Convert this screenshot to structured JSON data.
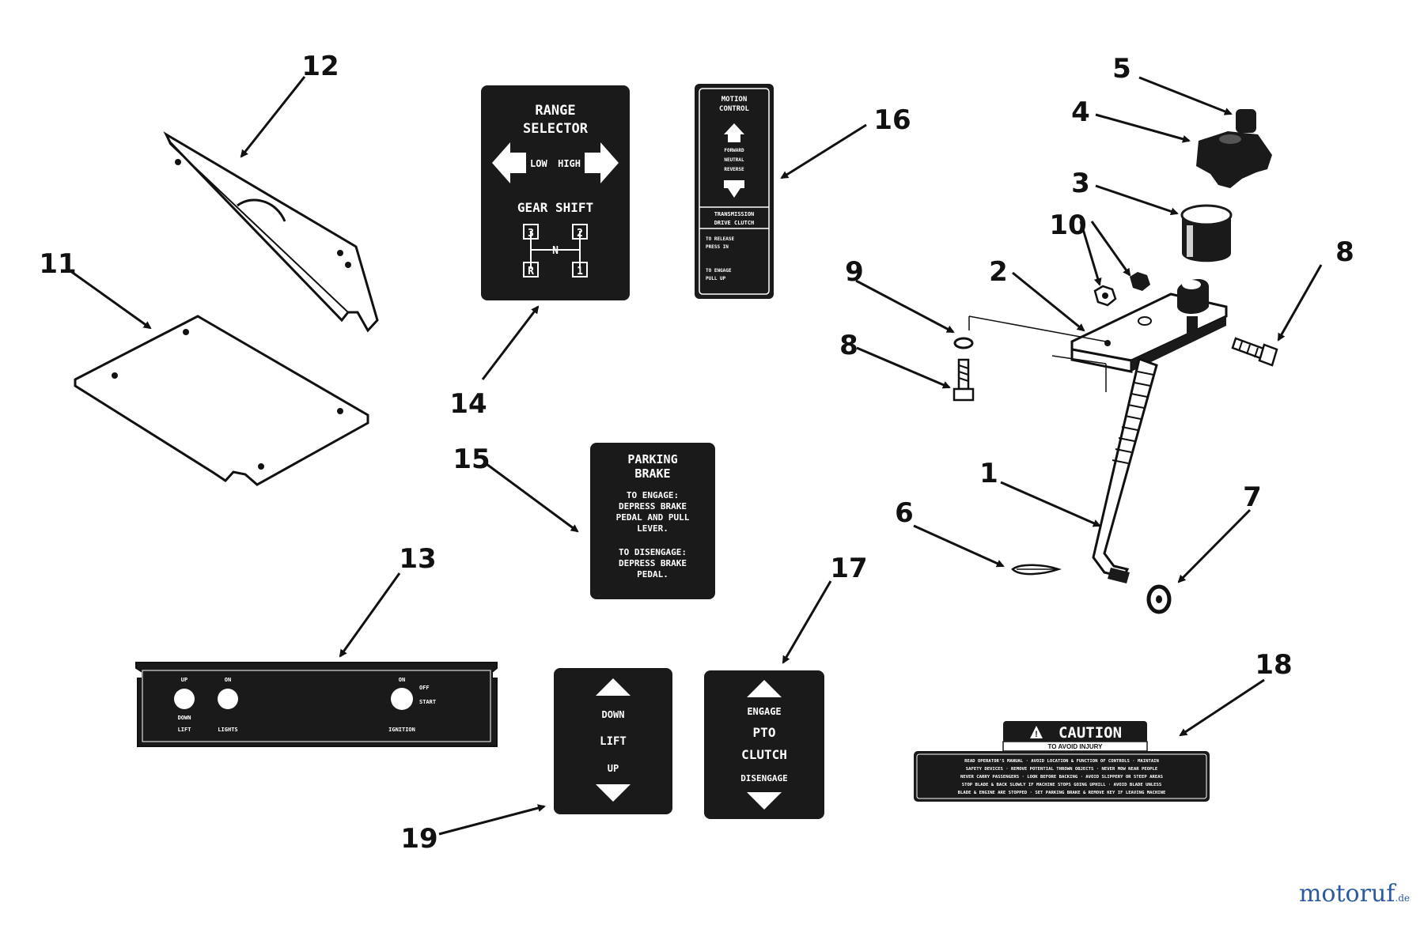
{
  "callouts": [
    "1",
    "2",
    "3",
    "4",
    "5",
    "6",
    "7",
    "8",
    "8",
    "9",
    "10",
    "11",
    "12",
    "13",
    "14",
    "15",
    "16",
    "17",
    "18",
    "19"
  ],
  "decal_range": {
    "title1": "RANGE",
    "title2": "SELECTOR",
    "low": "LOW",
    "high": "HIGH",
    "gear": "GEAR SHIFT",
    "n": "N",
    "r": "R",
    "g1": "1",
    "g2": "2",
    "g3": "3"
  },
  "decal_motion": {
    "line1": "MOTION",
    "line2": "CONTROL",
    "lbl_a": "FORWARD",
    "lbl_b": "NEUTRAL",
    "lbl_c": "REVERSE",
    "trans1": "TRANSMISSION",
    "trans2": "DRIVE CLUTCH",
    "rel1": "TO RELEASE",
    "rel2": "PRESS IN",
    "eng1": "TO ENGAGE",
    "eng2": "PULL UP"
  },
  "decal_parking": {
    "title1": "PARKING",
    "title2": "BRAKE",
    "l1": "TO ENGAGE:",
    "l2": "DEPRESS BRAKE",
    "l3": "PEDAL AND PULL",
    "l4": "LEVER.",
    "l5": "TO DISENGAGE:",
    "l6": "DEPRESS BRAKE",
    "l7": "PEDAL."
  },
  "decal_lift": {
    "down": "DOWN",
    "lift": "LIFT",
    "up": "UP"
  },
  "decal_pto": {
    "engage": "ENGAGE",
    "pto": "PTO",
    "clutch": "CLUTCH",
    "disengage": "DISENGAGE"
  },
  "panel_13": {
    "l1": "UP",
    "l2": "ON",
    "l3": "ON",
    "l4": "OFF",
    "l5": "START",
    "b1": "DOWN",
    "b1b": "LIFT",
    "b2": "LIGHTS",
    "b3": "IGNITION"
  },
  "caution": {
    "title": "CAUTION",
    "sub": "TO AVOID INJURY",
    "line1": "READ OPERATOR'S MANUAL · AVOID LOCATION & FUNCTION OF CONTROLS · MAINTAIN",
    "line2": "SAFETY DEVICES · REMOVE POTENTIAL THROWN OBJECTS · NEVER MOW NEAR PEOPLE",
    "line3": "NEVER CARRY PASSENGERS · LOOK BEFORE BACKING · AVOID SLIPPERY OR STEEP AREAS",
    "line4": "STOP BLADE & BACK SLOWLY IF MACHINE STOPS GOING UPHILL · AVOID BLADE UNLESS",
    "line5": "BLADE & ENGINE ARE STOPPED · SET PARKING BRAKE & REMOVE KEY IF LEAVING MACHINE"
  },
  "brand": {
    "name1": "motoruf",
    "tld": ".de"
  },
  "colors": {
    "ink": "#111111",
    "decal": "#1a1a1a",
    "paper": "#ffffff",
    "brand": "#2c5aa0"
  }
}
